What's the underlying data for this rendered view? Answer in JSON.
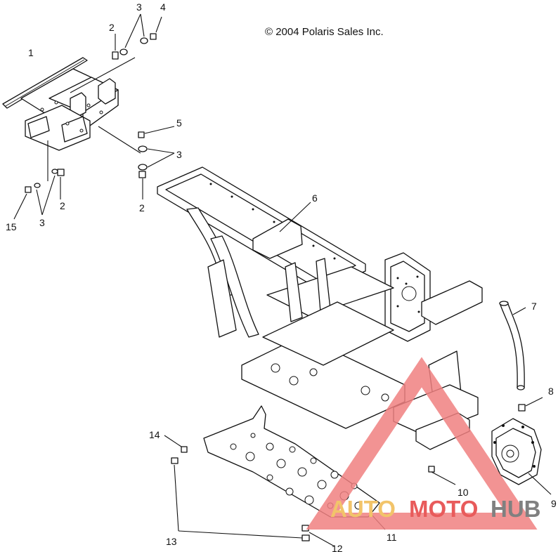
{
  "copyright": "© 2004 Polaris Sales Inc.",
  "callouts": {
    "c1": "1",
    "c2a": "2",
    "c2b": "2",
    "c2c": "2",
    "c3a": "3",
    "c3b": "3",
    "c3c": "3",
    "c4": "4",
    "c5": "5",
    "c6": "6",
    "c7": "7",
    "c8": "8",
    "c9": "9",
    "c10": "10",
    "c11": "11",
    "c12": "12",
    "c13": "13",
    "c14": "14",
    "c15": "15"
  },
  "watermark": {
    "part1": "AUTO",
    "part2": "MOTO",
    "part3": "HUB",
    "colors": {
      "auto": "#f2c46a",
      "moto": "#e85b5b",
      "hub": "#808080",
      "triangle": "#f08080"
    }
  }
}
